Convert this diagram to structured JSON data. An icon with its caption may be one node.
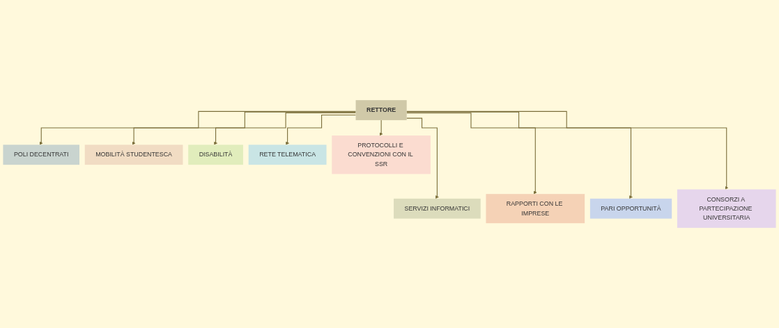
{
  "diagram": {
    "nodes": [
      {
        "text": [
          "RETTORE"
        ]
      },
      {
        "text": [
          "POLI DECENTRATI"
        ]
      },
      {
        "text": [
          "MOBILITÀ STUDENTESCA"
        ]
      },
      {
        "text": [
          "DISABILITÀ"
        ]
      },
      {
        "text": [
          "RETE TELEMATICA"
        ]
      },
      {
        "text": [
          "PROTOCOLLI E CONVENZIONI CON IL SSR"
        ]
      },
      {
        "text": [
          "SERVIZI INFORMATICI"
        ]
      },
      {
        "text": [
          "RAPPORTI CON LE IMPRESE"
        ]
      },
      {
        "text": [
          "PARI OPPORTUNITÀ"
        ]
      },
      {
        "text": [
          "CONSORZI A PARTECIPAZIONE UNIVERSITARIA"
        ]
      }
    ],
    "edges": [
      {
        "from": 0,
        "to": 1,
        "arrow": "to"
      },
      {
        "from": 0,
        "to": 2,
        "arrow": "to"
      },
      {
        "from": 0,
        "to": 3,
        "arrow": "to"
      },
      {
        "from": 0,
        "to": 4,
        "arrow": "to"
      },
      {
        "from": 0,
        "to": 5,
        "arrow": "to"
      },
      {
        "from": 0,
        "to": 6,
        "arrow": "to"
      },
      {
        "from": 0,
        "to": 7,
        "arrow": "to"
      },
      {
        "from": 0,
        "to": 8,
        "arrow": "to"
      },
      {
        "from": 0,
        "to": 9,
        "arrow": "to"
      }
    ]
  }
}
